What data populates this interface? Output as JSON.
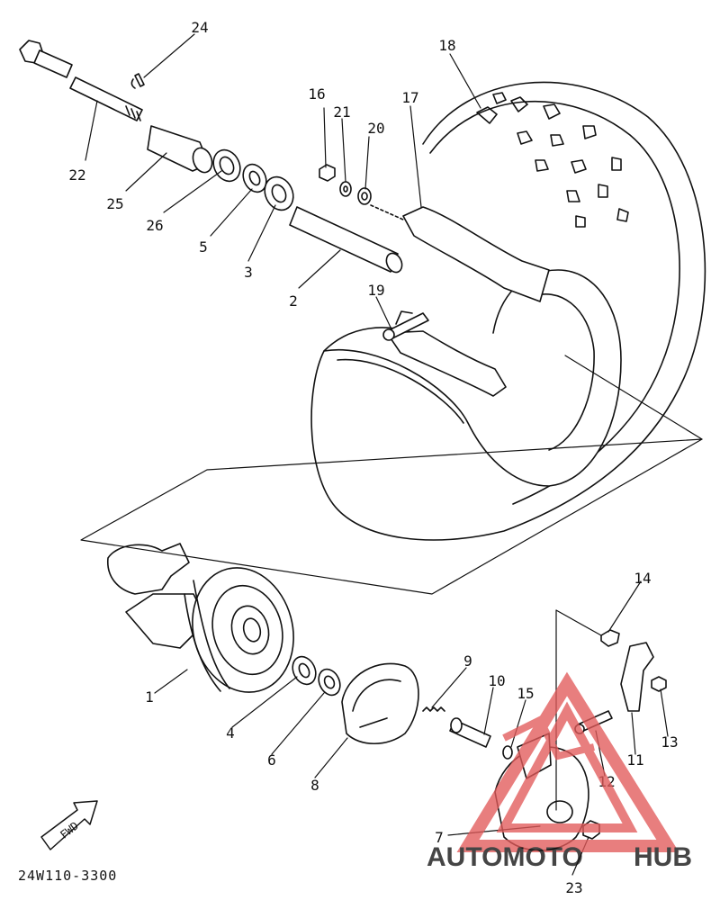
{
  "diagram": {
    "part_numbers": [
      "24",
      "22",
      "25",
      "26",
      "5",
      "3",
      "16",
      "21",
      "20",
      "17",
      "18",
      "2",
      "19",
      "1",
      "4",
      "6",
      "8",
      "9",
      "10",
      "15",
      "14",
      "11",
      "13",
      "12",
      "7",
      "23"
    ],
    "fwd_label": "FWD",
    "diagram_code": "24W110-3300"
  },
  "watermark": {
    "text_left": "AUTOMOTO",
    "text_right": "HUB",
    "colors": {
      "triangle": "#e25a5a",
      "text_left": "#f3b26b",
      "text_right": "#555555"
    }
  },
  "colors": {
    "line": "#111111",
    "background": "#ffffff"
  }
}
